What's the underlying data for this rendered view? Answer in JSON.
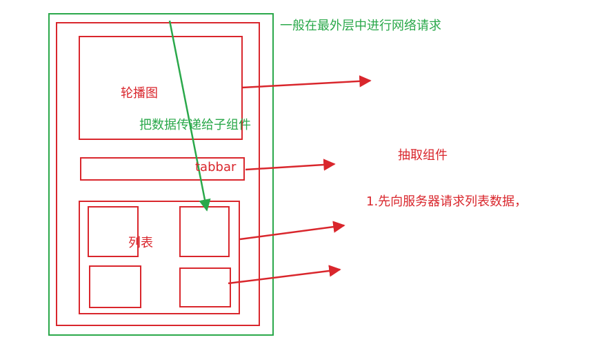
{
  "colors": {
    "red": "#d9262c",
    "green": "#2aa84a",
    "background": "#ffffff"
  },
  "labels": {
    "outer_note": "一般在最外层中进行网络请求",
    "carousel": "轮播图",
    "pass_data": "把数据传递给子组件",
    "tabbar": "tabbar",
    "extract_component": "抽取组件",
    "request_step": "1.先向服务器请求列表数据，",
    "list": "列表"
  }
}
